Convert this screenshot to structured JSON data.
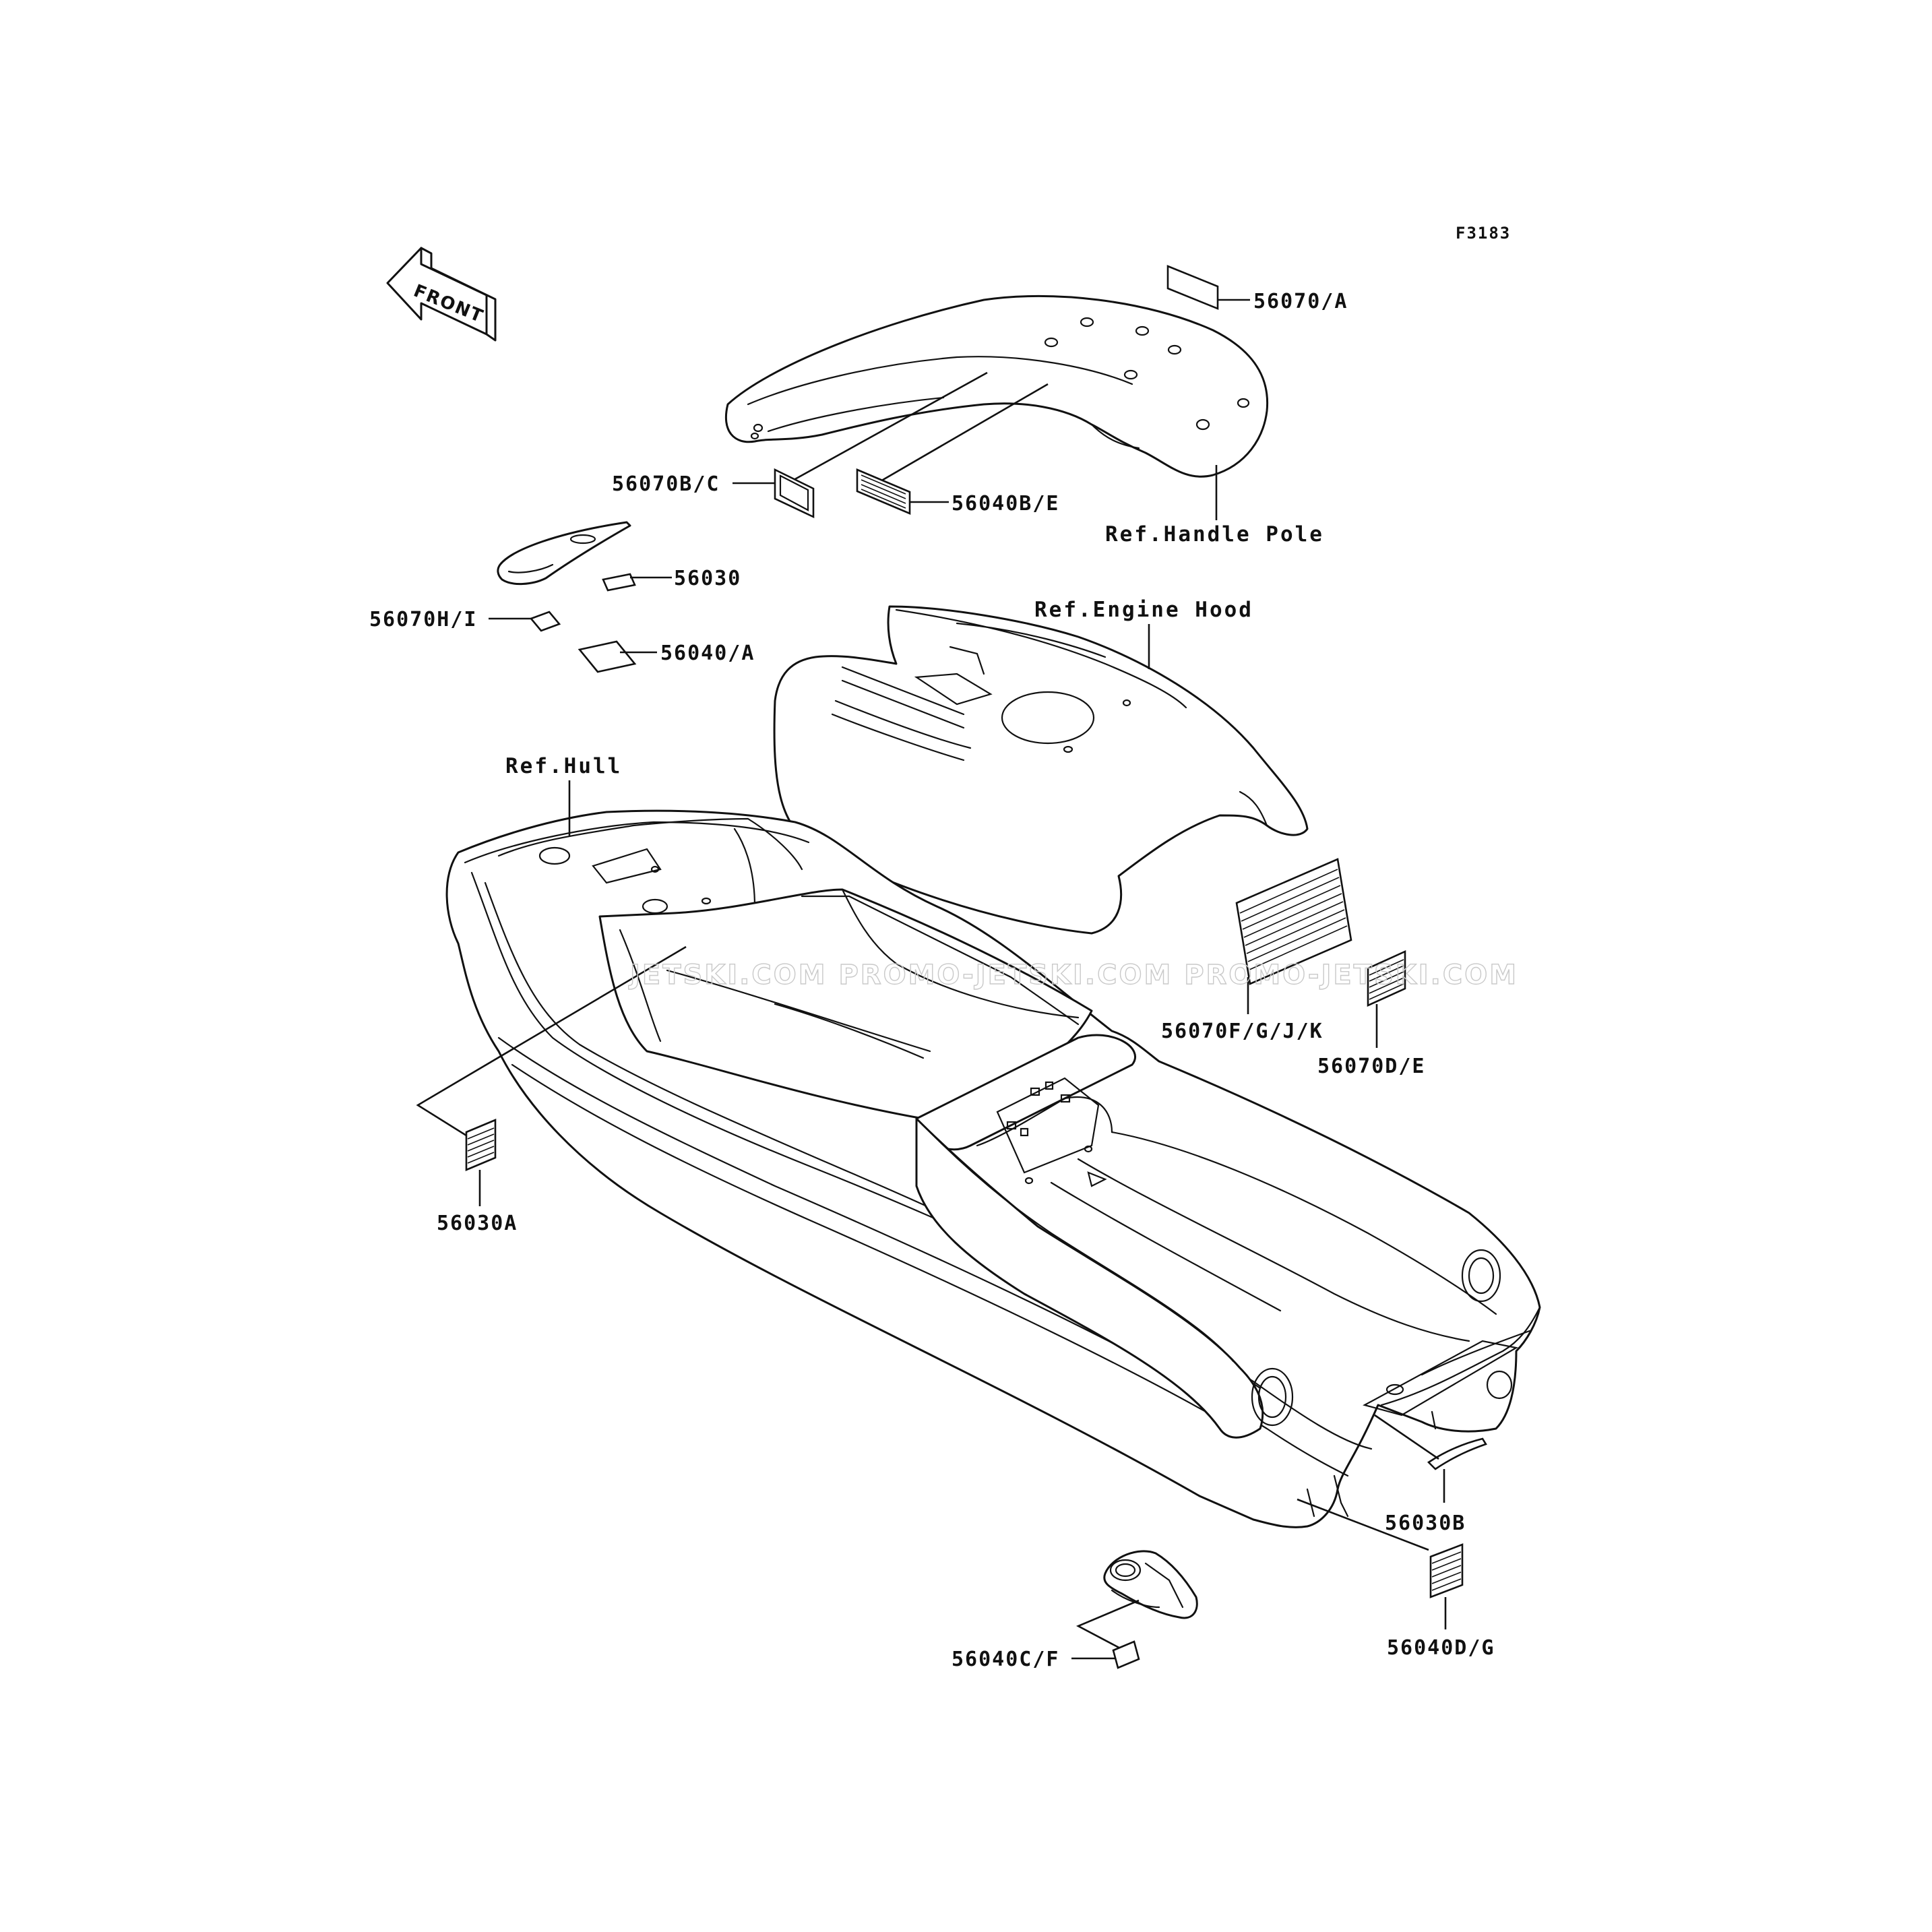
{
  "figure_code": "F3183",
  "front_arrow": "FRONT",
  "references": {
    "handle_pole": "Ref.Handle Pole",
    "engine_hood": "Ref.Engine Hood",
    "hull": "Ref.Hull"
  },
  "parts": {
    "p56070_A": "56070/A",
    "p56070_BC": "56070B/C",
    "p56040_BE": "56040B/E",
    "p56030": "56030",
    "p56070_HI": "56070H/I",
    "p56040_A": "56040/A",
    "p56070_FGJK": "56070F/G/J/K",
    "p56070_DE": "56070D/E",
    "p56030A": "56030A",
    "p56030B": "56030B",
    "p56040_DG": "56040D/G",
    "p56040_CF": "56040C/F"
  },
  "watermark": "JETSKI.COM   PROMO-JETSKI.COM   PROMO-JETSKI.COM"
}
